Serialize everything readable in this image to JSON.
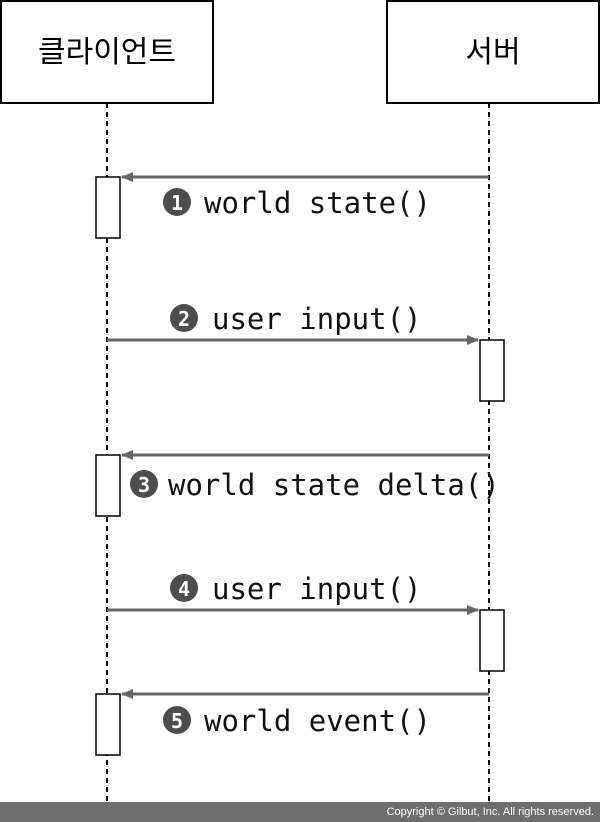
{
  "participants": {
    "client": "클라이언트",
    "server": "서버"
  },
  "messages": [
    {
      "num": "1",
      "label": "world state()"
    },
    {
      "num": "2",
      "label": "user input()"
    },
    {
      "num": "3",
      "label": "world state delta()"
    },
    {
      "num": "4",
      "label": "user input()"
    },
    {
      "num": "5",
      "label": "world event()"
    }
  ],
  "footer": {
    "copyright": "Copyright © Gilbut, Inc. All rights reserved."
  },
  "colors": {
    "line": "#000000",
    "arrow": "#666666",
    "badge": "#4d4d4d",
    "footer_bg": "#6e6e6e"
  }
}
